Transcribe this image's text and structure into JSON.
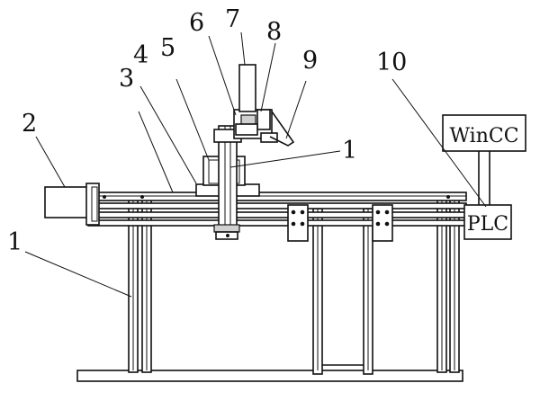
{
  "labels": {
    "n1_upper": "1",
    "n1_lower": "1",
    "n2": "2",
    "n3": "3",
    "n4": "4",
    "n5": "5",
    "n6": "6",
    "n7": "7",
    "n8": "8",
    "n9": "9",
    "n10": "10"
  },
  "boxes": {
    "wincc": "WinCC",
    "plc": "PLC"
  }
}
